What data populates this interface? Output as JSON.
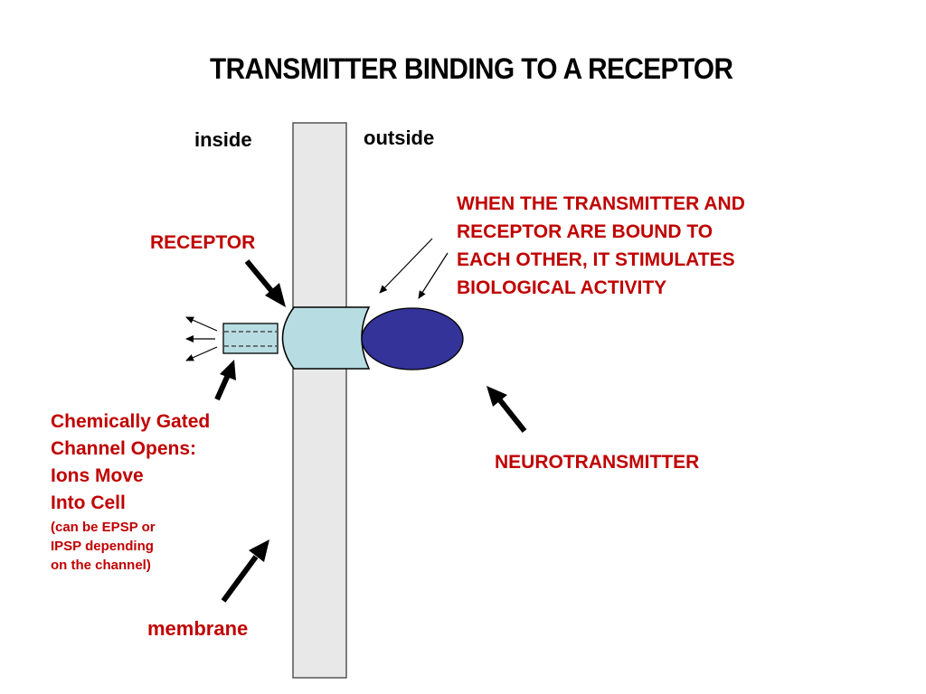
{
  "title": "TRANSMITTER BINDING TO A RECEPTOR",
  "labels": {
    "inside": "inside",
    "outside": "outside",
    "receptor": "RECEPTOR",
    "neurotransmitter": "NEUROTRANSMITTER",
    "membrane": "membrane"
  },
  "activity_text": [
    "WHEN THE TRANSMITTER AND",
    "RECEPTOR ARE BOUND TO",
    "EACH OTHER, IT STIMULATES",
    "BIOLOGICAL ACTIVITY"
  ],
  "channel_text": [
    "Chemically Gated",
    "Channel Opens:",
    "Ions Move",
    "Into Cell"
  ],
  "channel_note": [
    "(can be EPSP or",
    "IPSP depending",
    "on the channel)"
  ],
  "colors": {
    "label_red": "#c00000",
    "membrane_fill": "#e8e8e8",
    "receptor_fill": "#b7dde2",
    "transmitter_fill": "#333399",
    "outline": "#000000"
  }
}
